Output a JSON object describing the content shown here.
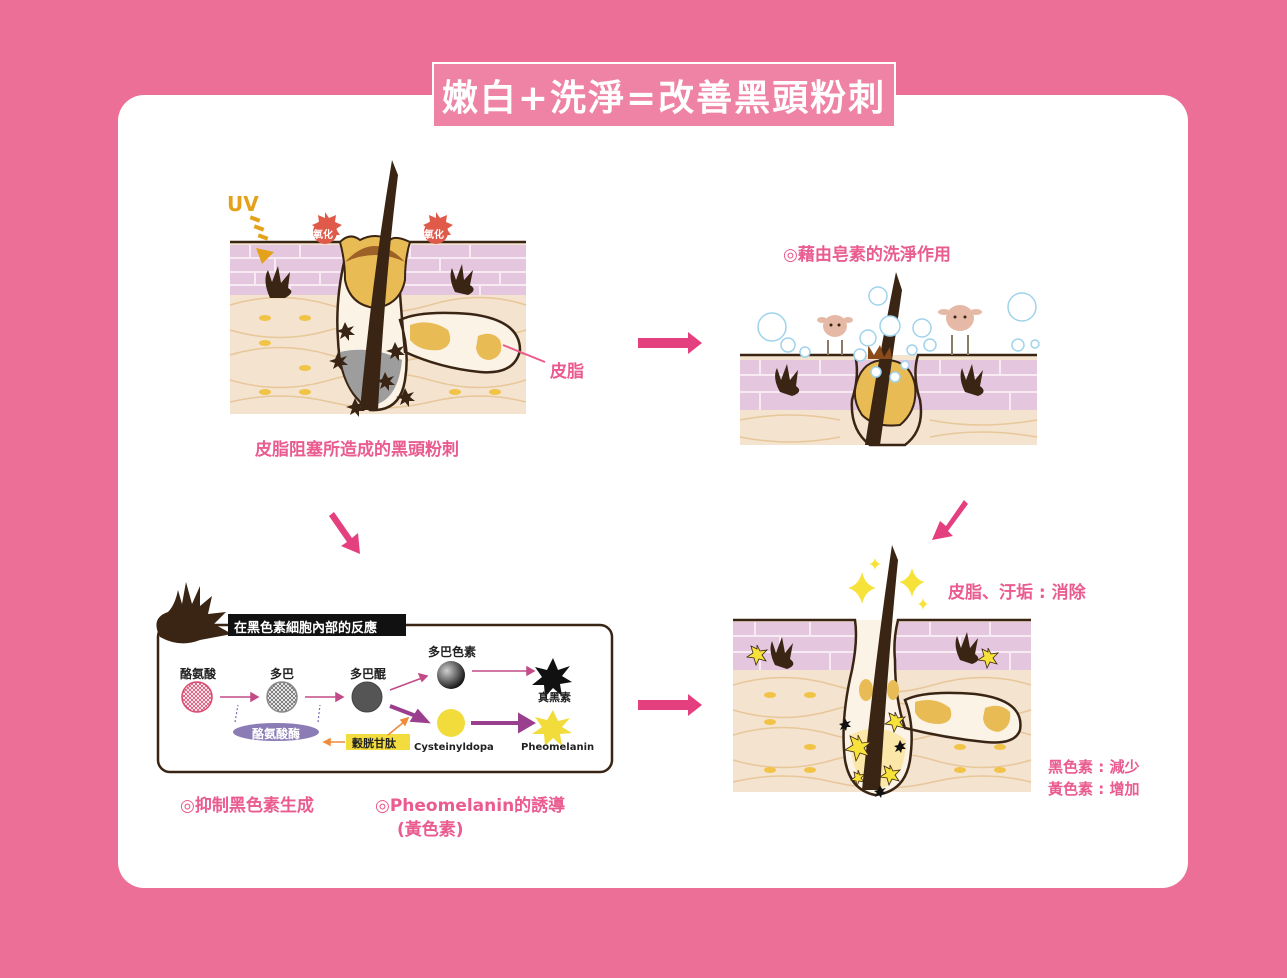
{
  "title": "嫩白+洗淨=改善黑頭粉刺",
  "panel_tl": {
    "uv": "UV",
    "oxidation": "氧化",
    "sebum": "皮脂",
    "caption": "皮脂阻塞所造成的黑頭粉刺"
  },
  "panel_tr": {
    "caption": "◎藉由皂素的洗淨作用"
  },
  "panel_br": {
    "caption": "皮脂、汙垢 : 消除",
    "note1": "黑色素 : 減少",
    "note2": "黃色素 : 增加"
  },
  "reaction": {
    "header": "在黑色素細胞內部的反應",
    "tyrosine": "酪氨酸",
    "dopa": "多巴",
    "dopaquinone": "多巴醌",
    "dopachrome": "多巴色素",
    "eumelanin": "真黑素",
    "tyrosinase": "酪氨酸酶",
    "glutathione": "穀胱甘肽",
    "cysteinyldopa": "Cysteinyldopa",
    "pheomelanin": "Pheomelanin"
  },
  "bottom": {
    "caption1": "◎抑制黑色素生成",
    "caption2_line1": "◎Pheomelanin的誘導",
    "caption2_line2": "(黃色素)"
  },
  "colors": {
    "background": "#eb6f97",
    "accent": "#ea5b8f",
    "hair": "#3a2514",
    "sebum": "#e9bb54",
    "skin": "#f3e3cf",
    "cells": "#e5c6df"
  }
}
